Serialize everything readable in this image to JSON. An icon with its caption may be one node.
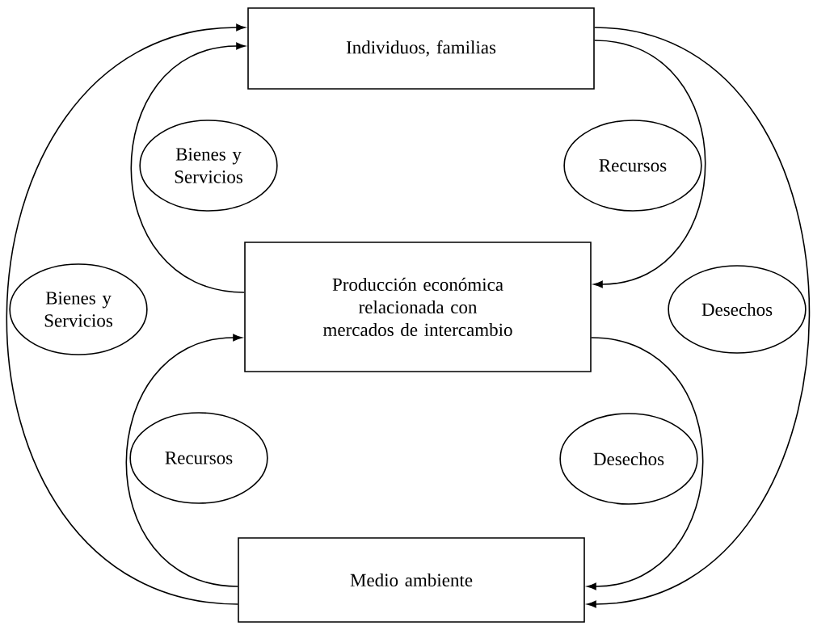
{
  "diagram": {
    "nodes": [
      {
        "text": [
          "Individuos, familias"
        ]
      },
      {
        "text": [
          "Bienes y Servicios"
        ]
      },
      {
        "text": [
          "Recursos"
        ]
      },
      {
        "text": [
          "Producción económica relacionada con mercados de intercambio"
        ]
      },
      {
        "text": [
          "Bienes y Servicios"
        ]
      },
      {
        "text": [
          "Desechos"
        ]
      },
      {
        "text": [
          "Recursos"
        ]
      },
      {
        "text": [
          "Desechos"
        ]
      },
      {
        "text": [
          "Medio ambiente"
        ]
      }
    ],
    "edges": [
      {
        "from": 8,
        "to": 0,
        "arrow": "to"
      },
      {
        "from": 3,
        "to": 0,
        "arrow": "to"
      },
      {
        "from": 0,
        "to": 3,
        "arrow": "to"
      },
      {
        "from": 0,
        "to": 8,
        "arrow": "to"
      },
      {
        "from": 8,
        "to": 3,
        "arrow": "to"
      },
      {
        "from": 3,
        "to": 8,
        "arrow": "to"
      }
    ]
  }
}
